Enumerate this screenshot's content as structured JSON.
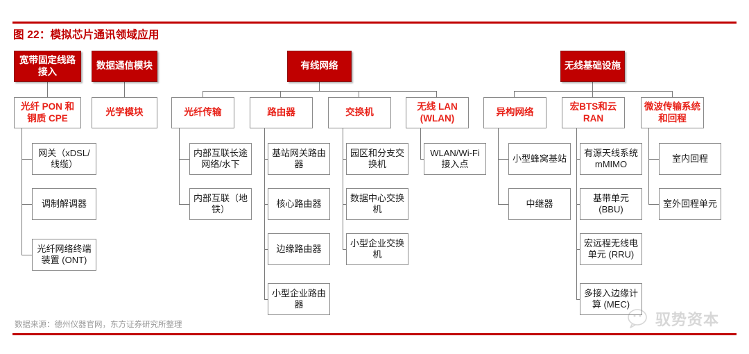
{
  "figure": {
    "title": "图 22：模拟芯片通讯领域应用",
    "source": "数据来源：德州仪器官网，东方证券研究所整理",
    "accent_color": "#C00000",
    "node_text_red": "#E8231A",
    "border_color": "#8a8a8a"
  },
  "watermark": {
    "text": "驭势资本",
    "icon": "wechat-icon"
  },
  "headers": [
    {
      "id": "broadband-fixed-line",
      "label": "宽带固定线路接入"
    },
    {
      "id": "data-comm-module",
      "label": "数据通信模块"
    },
    {
      "id": "wired-network",
      "label": "有线网络"
    },
    {
      "id": "wireless-infrastructure",
      "label": "无线基础设施"
    }
  ],
  "categories": [
    {
      "id": "fiber-pon-copper-cpe",
      "label": "光纤 PON 和铜质 CPE",
      "parent": "broadband-fixed-line",
      "children": [
        {
          "id": "gateway-xdsl-cable",
          "label": "网关（xDSL/线缆）"
        },
        {
          "id": "modem",
          "label": "调制解调器"
        },
        {
          "id": "ont",
          "label": "光纤网络终端装置 (ONT)"
        }
      ]
    },
    {
      "id": "optical-module",
      "label": "光学模块",
      "parent": "data-comm-module",
      "children": []
    },
    {
      "id": "fiber-transmission",
      "label": "光纤传输",
      "parent": "wired-network",
      "children": [
        {
          "id": "internal-longhaul-subsea",
          "label": "内部互联长途网络/水下"
        },
        {
          "id": "internal-metro",
          "label": "内部互联（地铁）"
        }
      ]
    },
    {
      "id": "router",
      "label": "路由器",
      "parent": "wired-network",
      "children": [
        {
          "id": "cell-site-gateway-router",
          "label": "基站网关路由器"
        },
        {
          "id": "core-router",
          "label": "核心路由器"
        },
        {
          "id": "edge-router",
          "label": "边缘路由器"
        },
        {
          "id": "smb-router",
          "label": "小型企业路由器"
        }
      ]
    },
    {
      "id": "switch",
      "label": "交换机",
      "parent": "wired-network",
      "children": [
        {
          "id": "campus-branch-switch",
          "label": "园区和分支交换机"
        },
        {
          "id": "data-center-switch",
          "label": "数据中心交换机"
        },
        {
          "id": "smb-switch",
          "label": "小型企业交换机"
        }
      ]
    },
    {
      "id": "wireless-lan",
      "label": "无线 LAN (WLAN)",
      "parent": "wired-network",
      "children": [
        {
          "id": "wlan-wifi-ap",
          "label": "WLAN/Wi-Fi 接入点"
        }
      ]
    },
    {
      "id": "heterogeneous-network",
      "label": "异构网络",
      "parent": "wireless-infrastructure",
      "children": [
        {
          "id": "small-cell",
          "label": "小型蜂窝基站"
        },
        {
          "id": "repeater",
          "label": "中继器"
        }
      ]
    },
    {
      "id": "macro-bts-cloud-ran",
      "label": "宏BTS和云RAN",
      "parent": "wireless-infrastructure",
      "children": [
        {
          "id": "aas-mmimo",
          "label": "有源天线系统mMIMO"
        },
        {
          "id": "bbu",
          "label": "基带单元 (BBU)"
        },
        {
          "id": "rru",
          "label": "宏远程无线电单元 (RRU)"
        },
        {
          "id": "mec",
          "label": "多接入边缘计算 (MEC)"
        }
      ]
    },
    {
      "id": "microwave-backhaul",
      "label": "微波传输系统和回程",
      "parent": "wireless-infrastructure",
      "children": [
        {
          "id": "indoor-backhaul",
          "label": "室内回程"
        },
        {
          "id": "outdoor-backhaul-unit",
          "label": "室外回程单元"
        }
      ]
    }
  ]
}
